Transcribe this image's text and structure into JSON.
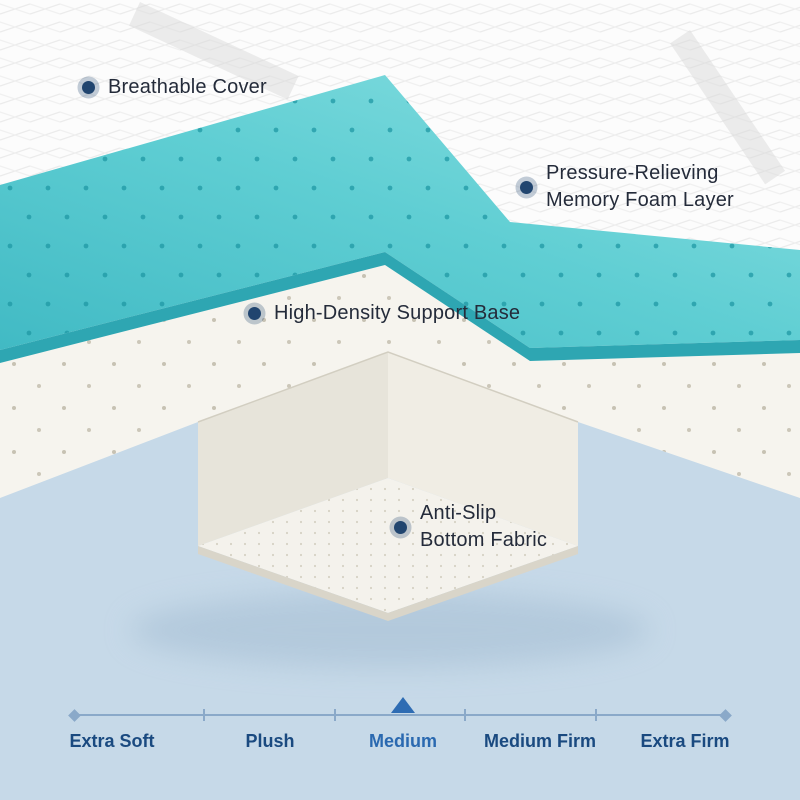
{
  "illustration": {
    "layer_labels": [
      {
        "id": "breathable-cover",
        "lines": [
          "Breathable Cover"
        ]
      },
      {
        "id": "memory-foam-layer",
        "lines": [
          "Pressure-Relieving",
          "Memory Foam Layer"
        ]
      },
      {
        "id": "support-base",
        "lines": [
          "High-Density Support Base"
        ]
      },
      {
        "id": "bottom-fabric",
        "lines": [
          "Anti-Slip",
          "Bottom Fabric"
        ]
      }
    ]
  },
  "palette": {
    "memory_foam_teal": "#58cdd3",
    "foam_base_white": "#f6f4ee",
    "background_blue": "#c6d9e8",
    "label_text": "#242b3a",
    "marker_navy": "#21456f",
    "scale_line_blue": "#8aa9c9",
    "scale_label_navy": "#1a4a80",
    "scale_selected_blue": "#2a69b0"
  },
  "firmness_scale": {
    "selected": "Medium",
    "options": [
      {
        "label": "Extra Soft",
        "selected": false
      },
      {
        "label": "Plush",
        "selected": false
      },
      {
        "label": "Medium",
        "selected": true
      },
      {
        "label": "Medium Firm",
        "selected": false
      },
      {
        "label": "Extra Firm",
        "selected": false
      }
    ]
  }
}
